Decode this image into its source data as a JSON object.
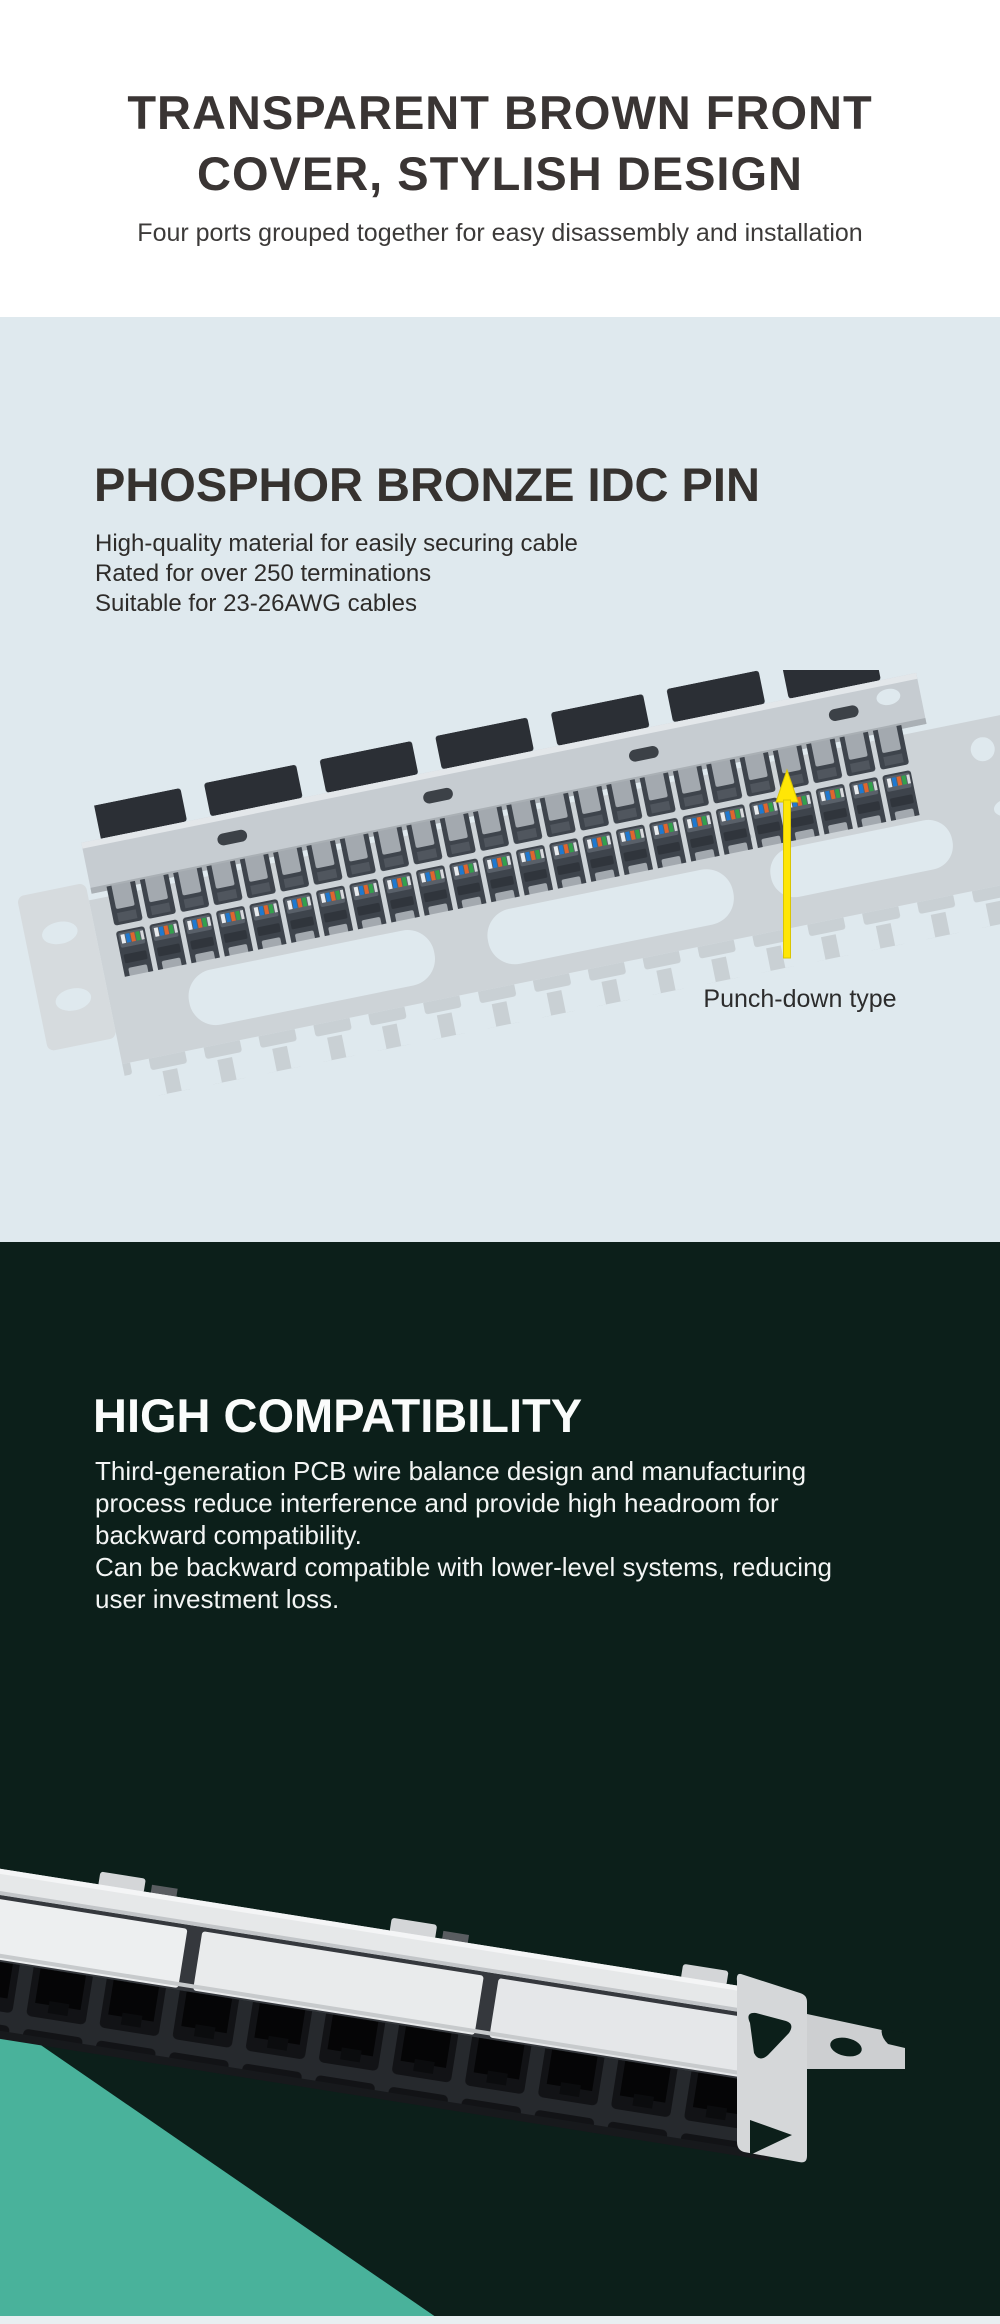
{
  "hero": {
    "title_lines": [
      "TRANSPARENT BROWN FRONT",
      "COVER, STYLISH DESIGN"
    ],
    "subtitle": "Four ports grouped together for easy disassembly and installation"
  },
  "idc": {
    "title": "PHOSPHOR BRONZE IDC PIN",
    "features": [
      "High-quality material for easily securing cable",
      "Rated for over 250 terminations",
      "Suitable for 23-26AWG cables"
    ],
    "callout_label": "Punch-down type"
  },
  "compat": {
    "title": "HIGH COMPATIBILITY",
    "paragraphs": [
      {
        "lines": [
          "Third-generation PCB wire balance design and manufacturing",
          "process reduce interference and provide high headroom for",
          "backward compatibility."
        ]
      },
      {
        "lines": [
          "Can be backward compatible with lower-level systems, reducing",
          "user investment loss."
        ]
      }
    ]
  },
  "colors": {
    "hero_bg": "#ffffff",
    "heading_text": "#3a3534",
    "idc_bg": "#dfe9ee",
    "idc_text": "#2e2c2a",
    "compat_bg": "#0c1f1a",
    "compat_text": "#f3f5f4",
    "teal_accent": "#49b29b",
    "arrow_yellow": "#ffe606",
    "panel_gray": "#c6ccd1",
    "bottom_strip": "#e8eef1"
  }
}
